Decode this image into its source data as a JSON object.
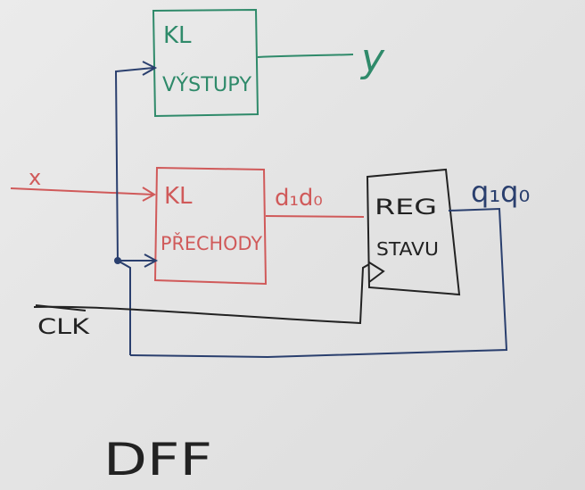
{
  "colors": {
    "green": "#2f8a6a",
    "red": "#d05a5a",
    "blue": "#2a3f6e",
    "black": "#222222"
  },
  "blocks": {
    "outputs": {
      "line1": "KL",
      "line2": "VÝSTUPY"
    },
    "transitions": {
      "line1": "KL",
      "line2": "PŘECHODY"
    },
    "register": {
      "line1": "REG",
      "line2": "STAVU"
    }
  },
  "signals": {
    "input": "x",
    "output": "y",
    "next_state": "d₁d₀",
    "state": "q₁q₀",
    "clock": "CLK"
  },
  "caption": "DFF"
}
